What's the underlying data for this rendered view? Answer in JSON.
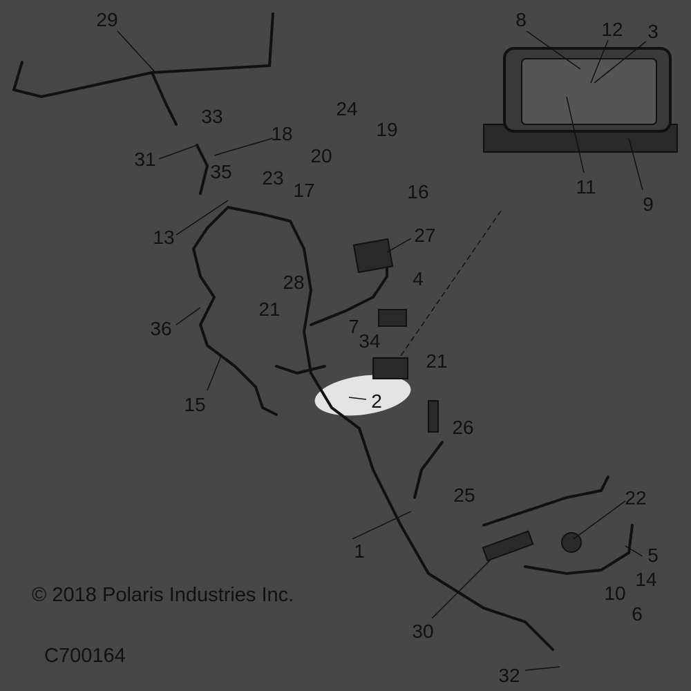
{
  "diagram": {
    "callouts": [
      "29",
      "33",
      "18",
      "31",
      "35",
      "24",
      "19",
      "20",
      "16",
      "23",
      "17",
      "27",
      "13",
      "28",
      "4",
      "21",
      "36",
      "7",
      "34",
      "21",
      "2",
      "15",
      "26",
      "25",
      "22",
      "1",
      "5",
      "14",
      "10",
      "6",
      "30",
      "32",
      "8",
      "12",
      "3",
      "11",
      "9"
    ],
    "highlighted_callout": "2",
    "copyright": "© 2018 Polaris Industries Inc.",
    "drawing_code": "C700164",
    "colors": {
      "background": "#474747",
      "linework": "#111111",
      "highlight": "#ffffff"
    }
  }
}
